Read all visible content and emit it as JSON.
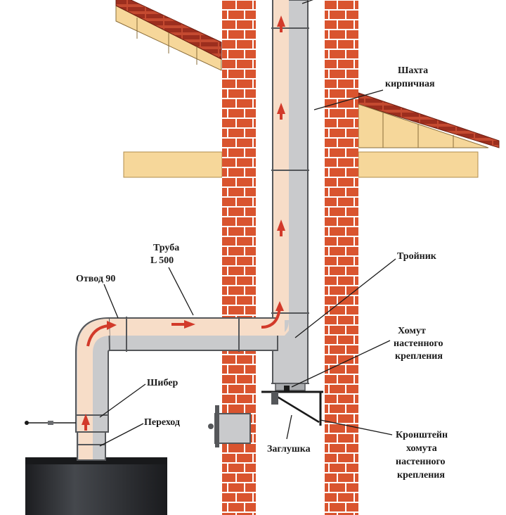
{
  "labels": {
    "shaft_line1": "Шахта",
    "shaft_line2": "кирпичная",
    "pipe_line1": "Труба",
    "pipe_line2": "L 500",
    "elbow": "Отвод 90",
    "tee": "Тройник",
    "clamp_line1": "Хомут",
    "clamp_line2": "настенного",
    "clamp_line3": "крепления",
    "damper": "Шибер",
    "adapter": "Переход",
    "cap": "Заглушка",
    "bracket_line1": "Кронштейн",
    "bracket_line2": "хомута",
    "bracket_line3": "настенного",
    "bracket_line4": "крепления"
  },
  "colors": {
    "brick": "#d9542f",
    "mortar": "#ffffff",
    "pipe_gray": "#c9cacc",
    "pipe_outline": "#55575a",
    "flow": "#f7ddc8",
    "flow_arrow": "#d23a2a",
    "beam": "#f6d79a",
    "roof_tile": "#b83a26",
    "boiler": "#2b2d30"
  }
}
